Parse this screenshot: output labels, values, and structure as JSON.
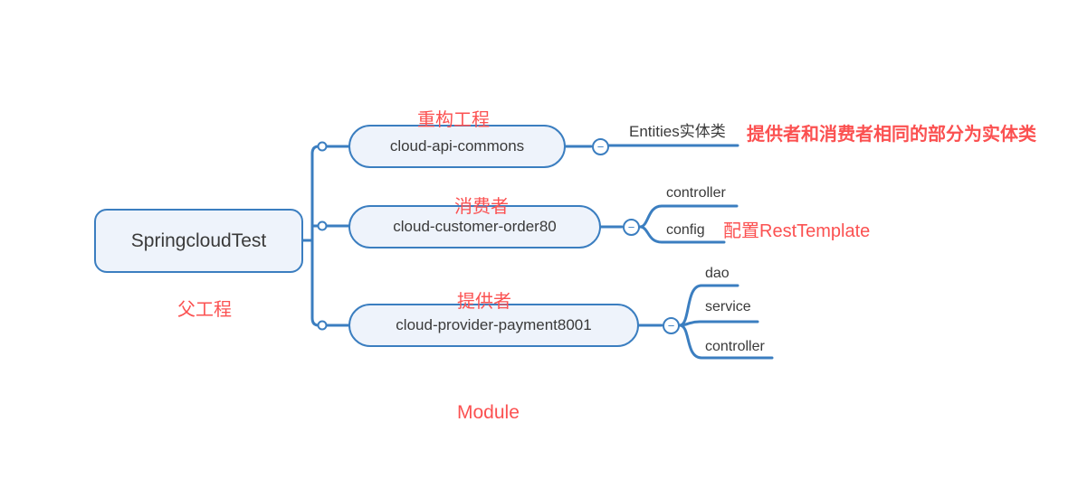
{
  "diagram": {
    "type": "mindmap",
    "root": {
      "label": "SpringcloudTest",
      "annotation": "父工程"
    },
    "branches": [
      {
        "label": "cloud-api-commons",
        "tag": "重构工程",
        "leaves": [
          {
            "label": "Entities实体类",
            "annotation": "提供者和消费者相同的部分为实体类"
          }
        ]
      },
      {
        "label": "cloud-customer-order80",
        "tag": "消费者",
        "leaves": [
          {
            "label": "controller",
            "annotation": ""
          },
          {
            "label": "config",
            "annotation": "配置RestTemplate"
          }
        ]
      },
      {
        "label": "cloud-provider-payment8001",
        "tag": "提供者",
        "leaves": [
          {
            "label": "dao",
            "annotation": ""
          },
          {
            "label": "service",
            "annotation": ""
          },
          {
            "label": "controller",
            "annotation": ""
          }
        ]
      }
    ],
    "footer_label": "Module",
    "collapse_glyph": "−",
    "colors": {
      "line": "#3b7ec0",
      "node_fill": "#eef3fb",
      "node_border": "#3b7ec0",
      "node_text": "#3a3a3a",
      "annotation_red": "#fb5151",
      "background": "#ffffff"
    }
  }
}
